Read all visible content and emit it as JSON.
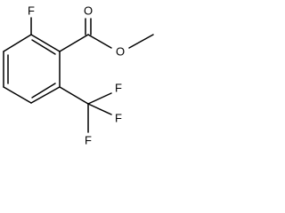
{
  "molecule": {
    "atoms": [
      {
        "id": "F1",
        "symbol": "F"
      },
      {
        "id": "O1",
        "symbol": "O"
      },
      {
        "id": "O2",
        "symbol": "O"
      },
      {
        "id": "F2",
        "symbol": "F"
      },
      {
        "id": "F3",
        "symbol": "F"
      },
      {
        "id": "F4",
        "symbol": "F"
      }
    ]
  }
}
